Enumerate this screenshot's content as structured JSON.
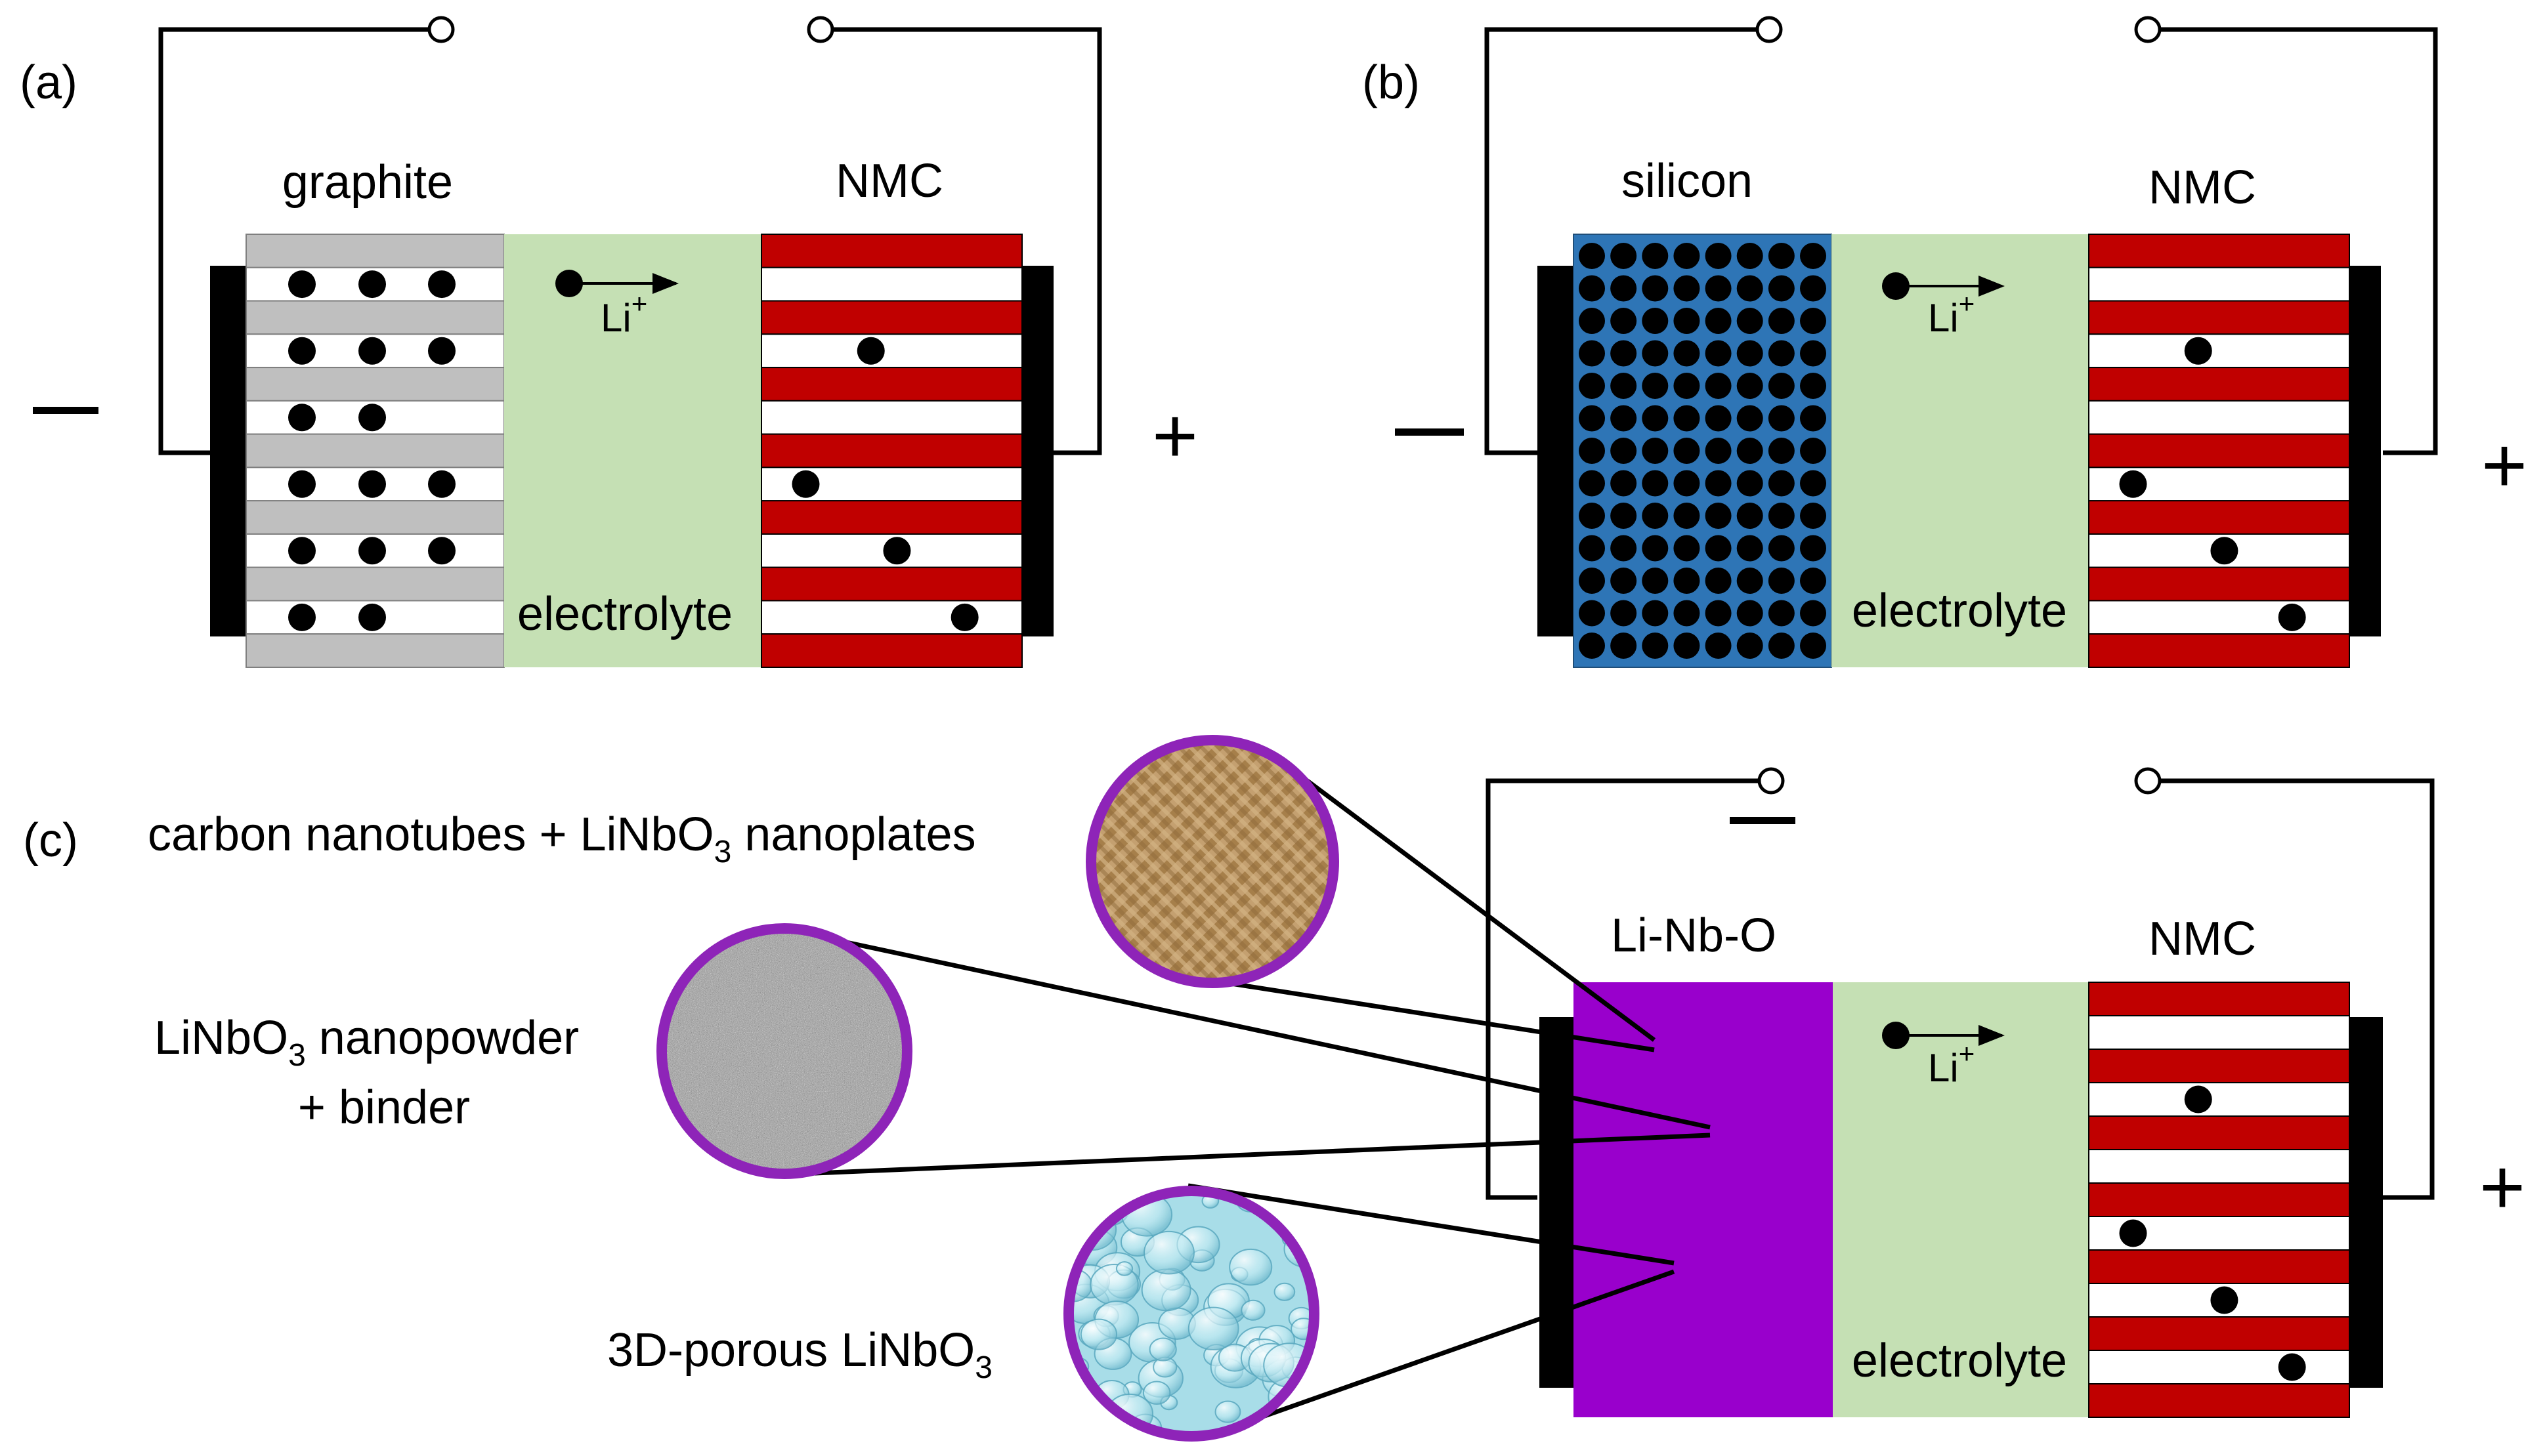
{
  "panels": {
    "a": {
      "tag": "(a)",
      "anode_label": "graphite",
      "cathode_label": "NMC",
      "electrolyte_label": "electrolyte",
      "ion_label": "Li",
      "ion_charge": "+",
      "minus_sign": "−",
      "plus_sign": "+"
    },
    "b": {
      "tag": "(b)",
      "anode_label": "silicon",
      "cathode_label": "NMC",
      "electrolyte_label": "electrolyte",
      "ion_label": "Li",
      "ion_charge": "+",
      "minus_sign": "−",
      "plus_sign": "+"
    },
    "c": {
      "tag": "(c)",
      "anode_label": "Li-Nb-O",
      "cathode_label": "NMC",
      "electrolyte_label": "electrolyte",
      "ion_label": "Li",
      "ion_charge": "+",
      "minus_sign": "−",
      "plus_sign": "+",
      "options": [
        {
          "text": "carbon nanotubes + LiNbO",
          "sub": "3",
          "tail": " nanoplates"
        },
        {
          "text": "LiNbO",
          "sub": "3",
          "tail": " nanopowder",
          "line2": "+ binder"
        },
        {
          "text": "3D-porous LiNbO",
          "sub": "3",
          "tail": ""
        }
      ]
    }
  },
  "colors": {
    "graphite_layer": "#bfbfbf",
    "electrolyte": "#c5e0b4",
    "nmc_stripe": "#c00000",
    "silicon": "#2e75b6",
    "li_nb_o": "#9900cc",
    "circle_ring": "#8e24b8",
    "collector": "#000000",
    "ion": "#000000",
    "tweed": "#b08a55",
    "powder": "#9a9a9a",
    "porous": "#a8dde8"
  }
}
